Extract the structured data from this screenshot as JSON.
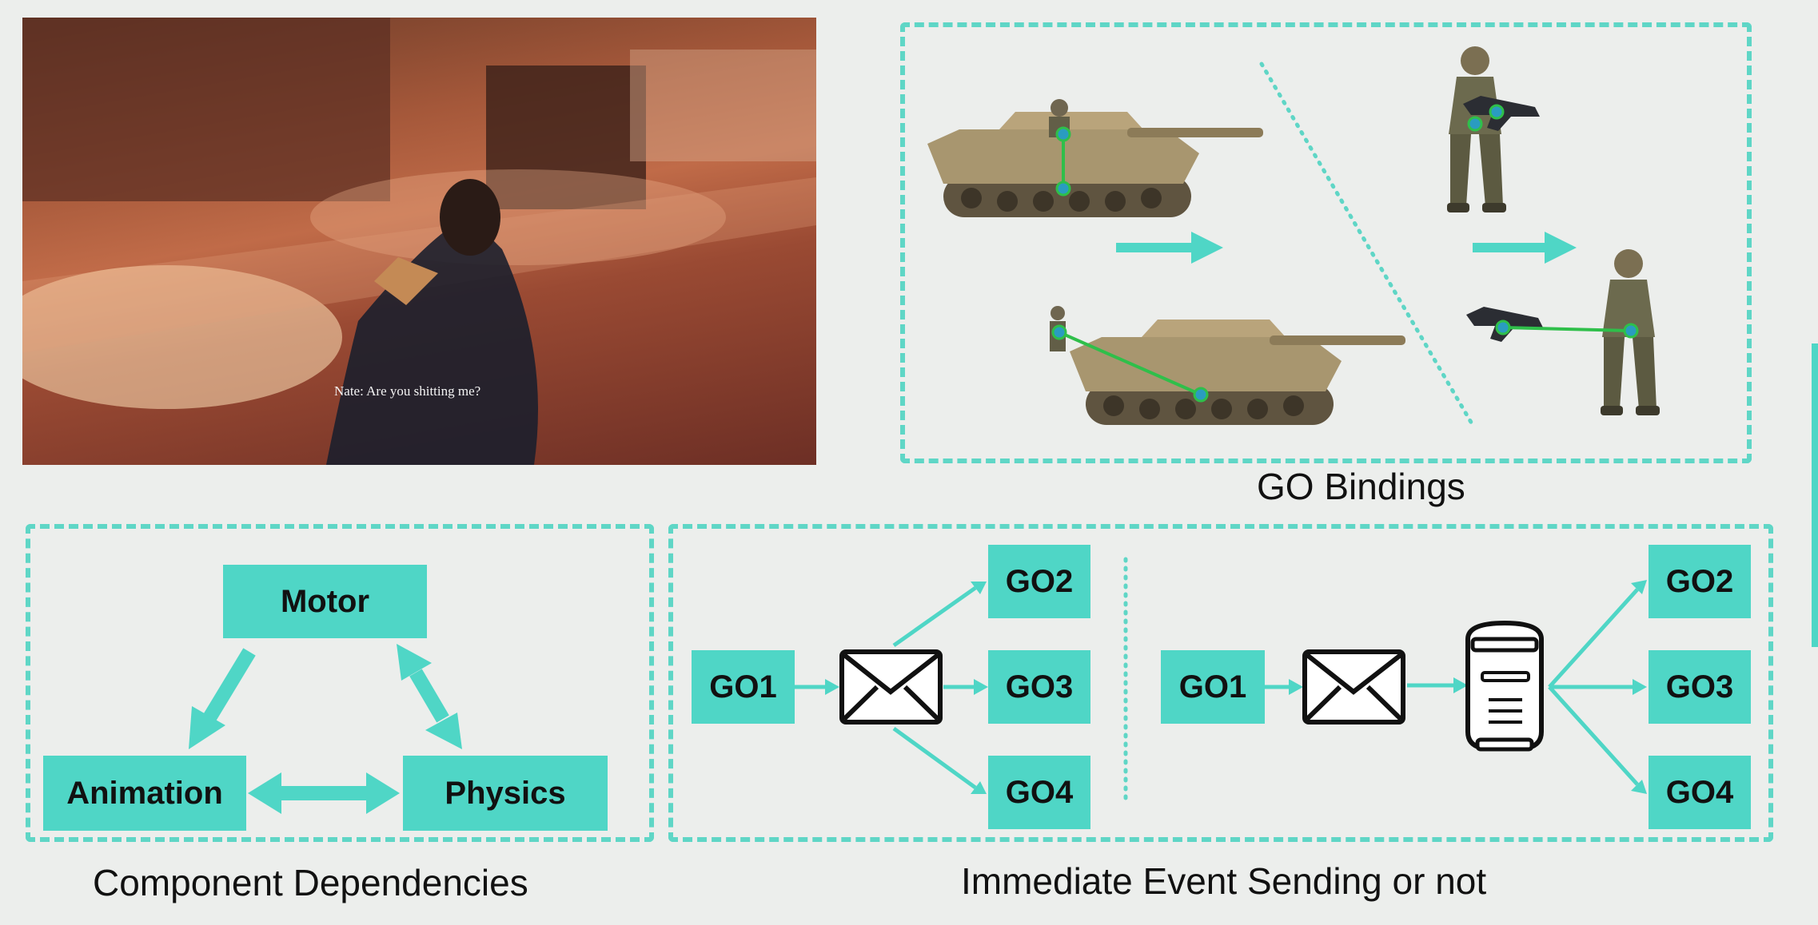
{
  "game_frame": {
    "subtitle": "Nate: Are you shitting me?"
  },
  "go_bindings": {
    "caption": "GO Bindings"
  },
  "component_dependencies": {
    "caption": "Component Dependencies",
    "nodes": {
      "motor": "Motor",
      "animation": "Animation",
      "physics": "Physics"
    }
  },
  "event_sending": {
    "caption": "Immediate Event Sending or not",
    "left": {
      "sender": "GO1",
      "receivers": [
        "GO2",
        "GO3",
        "GO4"
      ]
    },
    "right": {
      "sender": "GO1",
      "receivers": [
        "GO2",
        "GO3",
        "GO4"
      ]
    }
  },
  "colors": {
    "accent": "#4fd6c6",
    "binding_line": "#2fbf4a",
    "background": "#eceeec"
  },
  "icons": [
    "envelope-icon",
    "mailbox-icon",
    "tank-icon",
    "soldier-icon",
    "rifle-icon"
  ]
}
